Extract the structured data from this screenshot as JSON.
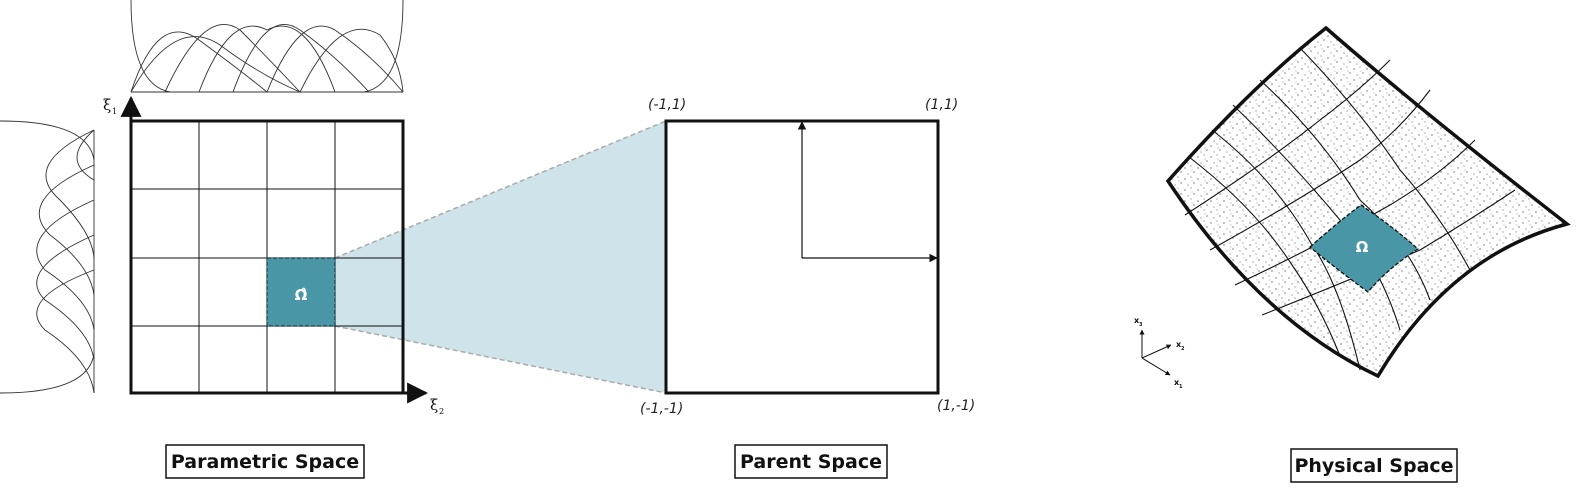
{
  "colors": {
    "element": "#4896a6",
    "projection": "#cfe4ea",
    "stroke": "#111111"
  },
  "parametric": {
    "caption": "Parametric Space",
    "axis_vertical": "ξ",
    "axis_vertical_sub": "1",
    "axis_horizontal": "ξ",
    "axis_horizontal_sub": "2",
    "element_label": "Ω̂",
    "grid": {
      "rows": 4,
      "cols": 4,
      "highlight_row": 2,
      "highlight_col": 2
    }
  },
  "parent": {
    "caption": "Parent Space",
    "corners": {
      "top_left": "(-1,1)",
      "top_right": "(1,1)",
      "bottom_left": "(-1,-1)",
      "bottom_right": "(1,-1)"
    }
  },
  "physical": {
    "caption": "Physical Space",
    "element_label": "Ω",
    "triad": {
      "x": "x",
      "x_sub": "1",
      "y": "x",
      "y_sub": "2",
      "z": "x",
      "z_sub": "3"
    }
  }
}
